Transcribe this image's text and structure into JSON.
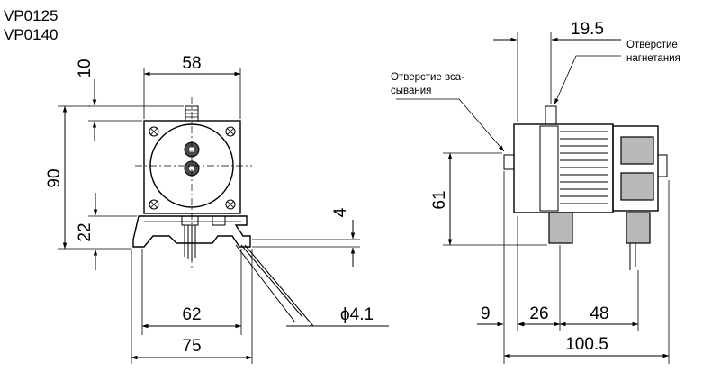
{
  "models": [
    "VP0125",
    "VP0140"
  ],
  "front_view": {
    "dim_top_offset": "10",
    "dim_width_top": "58",
    "dim_height": "90",
    "dim_base": "22",
    "dim_foot": "4",
    "dim_mount_width": "62",
    "dim_total_width": "75",
    "dim_tube": "ϕ4.1"
  },
  "side_view": {
    "dim_outlet_offset": "19.5",
    "dim_height": "61",
    "dim_inlet": "9",
    "dim_mount1": "26",
    "dim_mount2": "48",
    "dim_total_length": "100.5",
    "label_inlet_line1": "Отверстие вса-",
    "label_inlet_line2": "сывания",
    "label_outlet_line1": "Отверстие",
    "label_outlet_line2": "нагнетания"
  }
}
